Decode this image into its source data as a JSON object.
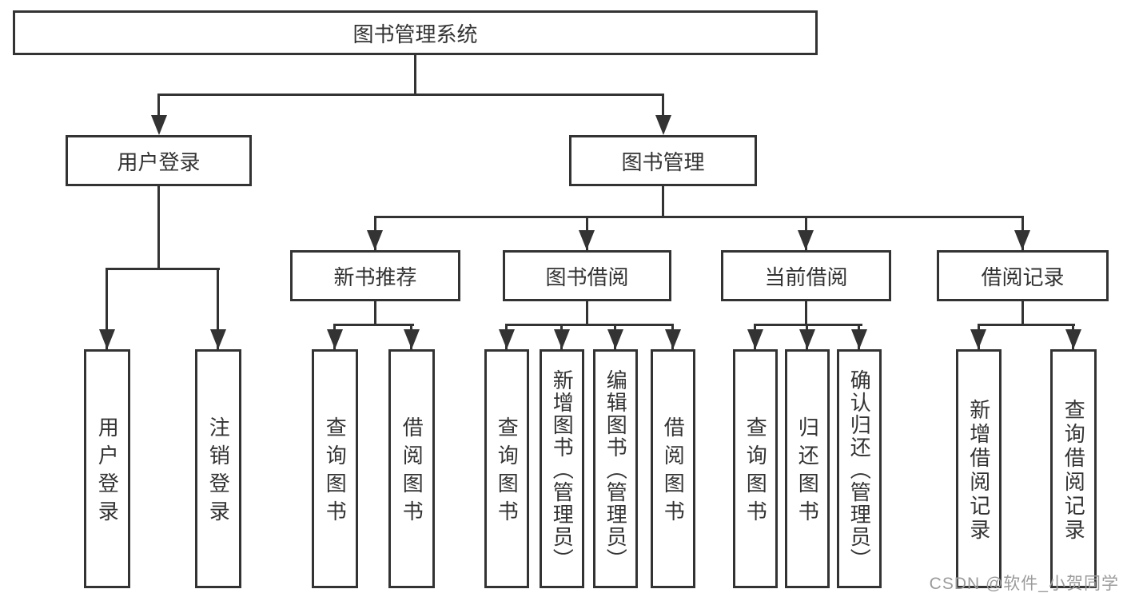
{
  "colors": {
    "line": "#333333",
    "text": "#333333",
    "background": "#ffffff",
    "watermark_text": "#9b9b9b"
  },
  "tree": {
    "root": {
      "label": "图书管理系统"
    },
    "branches": [
      {
        "label": "用户登录",
        "children": [
          {
            "label": "用户登录"
          },
          {
            "label": "注销登录"
          }
        ]
      },
      {
        "label": "图书管理",
        "children": [
          {
            "label": "新书推荐",
            "children": [
              {
                "label": "查询图书"
              },
              {
                "label": "借阅图书"
              }
            ]
          },
          {
            "label": "图书借阅",
            "children": [
              {
                "label": "查询图书"
              },
              {
                "label": "新增图书（管理员）"
              },
              {
                "label": "编辑图书（管理员）"
              },
              {
                "label": "借阅图书"
              }
            ]
          },
          {
            "label": "当前借阅",
            "children": [
              {
                "label": "查询图书"
              },
              {
                "label": "归还图书"
              },
              {
                "label": "确认归还（管理员）"
              }
            ]
          },
          {
            "label": "借阅记录",
            "children": [
              {
                "label": "新增借阅记录"
              },
              {
                "label": "查询借阅记录"
              }
            ]
          }
        ]
      }
    ]
  },
  "watermark": {
    "text": "CSDN @软件_小贺同学"
  }
}
